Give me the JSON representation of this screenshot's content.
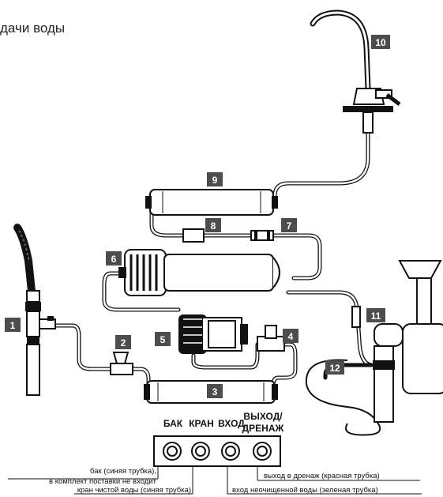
{
  "title": "дачи воды",
  "labels": [
    "1",
    "2",
    "3",
    "4",
    "5",
    "6",
    "7",
    "8",
    "9",
    "10",
    "11",
    "12"
  ],
  "ports": [
    "БАК",
    "КРАН",
    "ВХОД",
    "ВЫХОД/",
    "ДРЕНАЖ"
  ],
  "notes": {
    "tank_1": "бак (синяя трубка),",
    "tank_2": "в комплект поставки не входит",
    "faucet": "кран чистой воды (синяя трубка)",
    "drain": "выход в  дренаж (красная трубка)",
    "inlet": "вход неочищенной воды (зеленая трубка)"
  },
  "colors": {
    "badge": "#4d4d4d",
    "line": "#111111"
  }
}
